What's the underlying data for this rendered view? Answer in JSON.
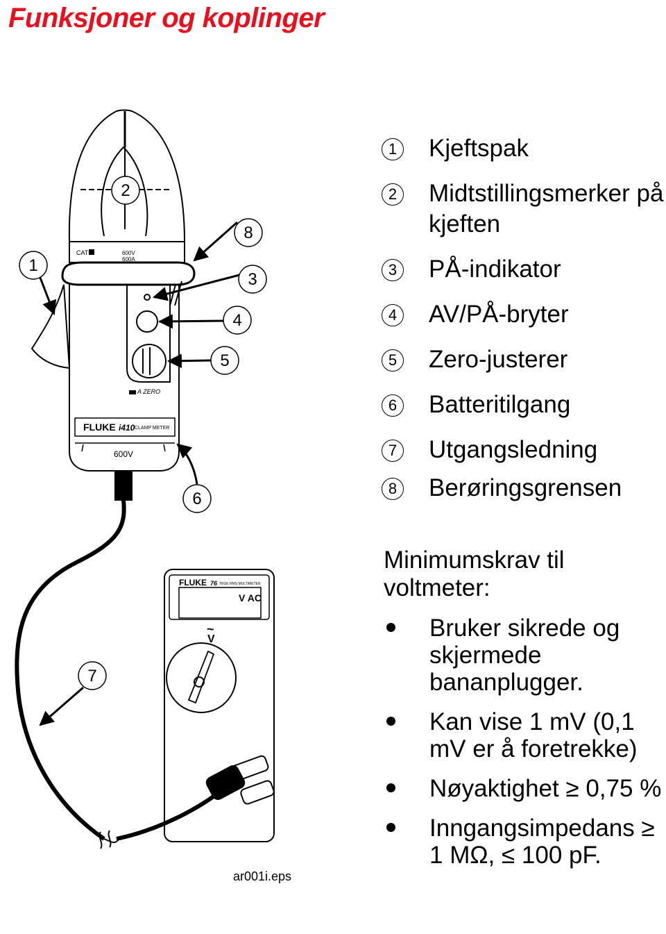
{
  "title": "Funksjoner og koplinger",
  "callouts": {
    "c1": "1",
    "c2": "2",
    "c3": "3",
    "c4": "4",
    "c5": "5",
    "c6": "6",
    "c7": "7",
    "c8": "8"
  },
  "clamp": {
    "cat": "CAT",
    "rating_v": "600V",
    "rating_a": "600A",
    "zero": "A ZERO",
    "brand": "FLUKE",
    "model": "i410",
    "model_sub": "CLAMP METER",
    "bottom_v": "600V"
  },
  "meter": {
    "brand": "FLUKE",
    "model": "76",
    "sub": "TRUE RMS MULTIMETER",
    "display": "V AC",
    "symbol_tilde": "~",
    "symbol_v": "V"
  },
  "legend": [
    {
      "num": "1",
      "text": "Kjeftspak"
    },
    {
      "num": "2",
      "text": "Midtstillingsmerker på kjeften"
    },
    {
      "num": "3",
      "text": "PÅ-indikator"
    },
    {
      "num": "4",
      "text": "AV/PÅ-bryter"
    },
    {
      "num": "5",
      "text": "Zero-justerer"
    },
    {
      "num": "6",
      "text": "Batteritilgang"
    },
    {
      "num": "7",
      "text": "Utgangsledning"
    },
    {
      "num": "8",
      "text": "Berøringsgrensen"
    }
  ],
  "requirements": {
    "heading": "Minimumskrav til voltmeter:",
    "items": [
      "Bruker sikrede og skjermede bananplugger.",
      "Kan vise 1 mV (0,1 mV er å foretrekke)",
      "Nøyaktighet ≥ 0,75 %",
      "Inngangsimpedans ≥ 1 MΩ, ≤ 100 pF."
    ]
  },
  "file_label": "ar001i.eps"
}
